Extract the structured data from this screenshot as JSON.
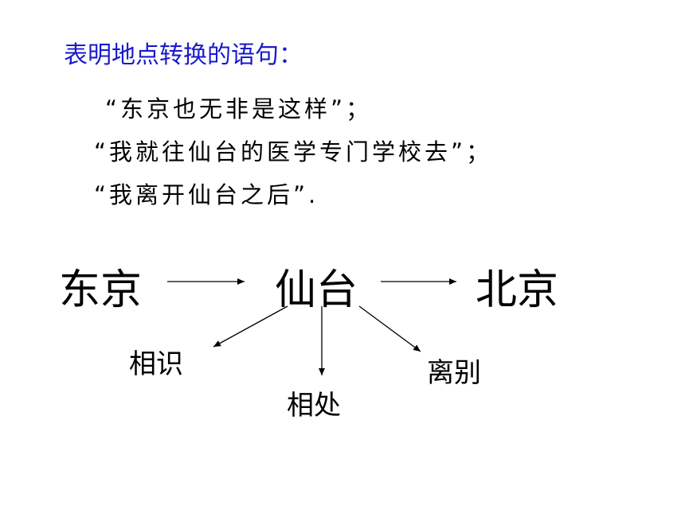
{
  "heading": "表明地点转换的语句：",
  "quotes": [
    "“东京也无非是这样”；",
    "“我就往仙台的医学专门学校去”；",
    "“我离开仙台之后”."
  ],
  "places": [
    "东京",
    "仙台",
    "北京"
  ],
  "stages": [
    "相识",
    "相处",
    "离别"
  ],
  "colors": {
    "heading": "#1a1acc",
    "text": "#000000"
  }
}
